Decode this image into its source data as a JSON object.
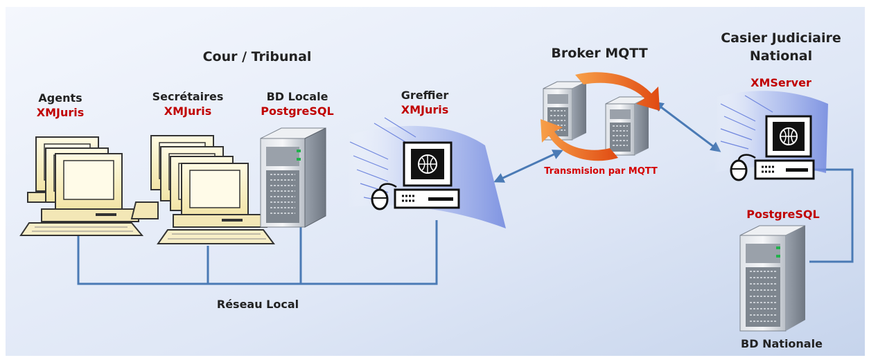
{
  "diagram": {
    "court_title": "Cour / Tribunal",
    "broker_title": "Broker MQTT",
    "national_title_line1": "Casier Judiciaire",
    "national_title_line2": "National",
    "agents": {
      "name": "Agents",
      "software": "XMJuris"
    },
    "secretaires": {
      "name": "Secrétaires",
      "software": "XMJuris"
    },
    "bd_locale": {
      "name": "BD Locale",
      "software": "PostgreSQL"
    },
    "greffier": {
      "name": "Greffier",
      "software": "XMJuris"
    },
    "xmserver": {
      "software": "XMServer"
    },
    "bd_nationale": {
      "software": "PostgreSQL",
      "name": "BD Nationale"
    },
    "transmission_label": "Transmision par MQTT",
    "network_label": "Réseau Local"
  },
  "colors": {
    "background_top": "#f2f6fd",
    "background_bottom": "#c9d7ee",
    "network_line": "#4a7ab5",
    "label_red": "#c00000",
    "label_dark": "#222222",
    "arrow_orange": "#ec6524"
  }
}
